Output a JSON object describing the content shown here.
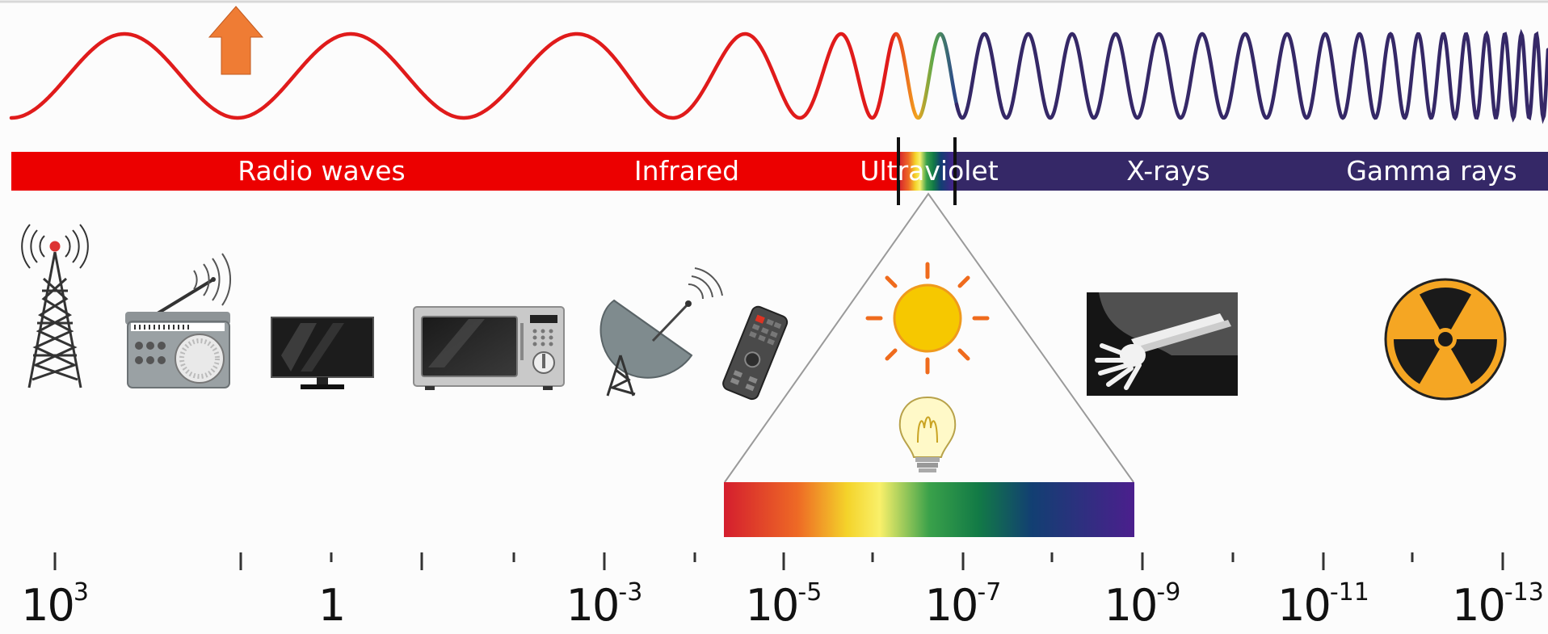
{
  "bands": [
    {
      "id": "radio",
      "label": "Radio waves"
    },
    {
      "id": "infrared",
      "label": "Infrared"
    },
    {
      "id": "ultraviolet",
      "label": "Ultraviolet"
    },
    {
      "id": "xray",
      "label": "X-rays"
    },
    {
      "id": "gamma",
      "label": "Gamma rays"
    }
  ],
  "scale": [
    {
      "base": "10",
      "exp": "3"
    },
    {
      "base": "1",
      "exp": ""
    },
    {
      "base": "10",
      "exp": "-3"
    },
    {
      "base": "10",
      "exp": "-5"
    },
    {
      "base": "10",
      "exp": "-7"
    },
    {
      "base": "10",
      "exp": "-9"
    },
    {
      "base": "10",
      "exp": "-11"
    },
    {
      "base": "10",
      "exp": "-13"
    }
  ],
  "colors": {
    "low_energy": "#ec0000",
    "high_energy": "#352867",
    "arrow": "#ef7c34",
    "sun": "#f6c800",
    "sun_rays": "#ef6b1d",
    "radiation": "#f5a623"
  },
  "icons": [
    "radio-tower-icon",
    "radio-icon",
    "television-icon",
    "microwave-icon",
    "satellite-dish-icon",
    "remote-control-icon",
    "sun-icon",
    "light-bulb-icon",
    "xray-hand-icon",
    "radiation-icon",
    "up-arrow-icon"
  ]
}
